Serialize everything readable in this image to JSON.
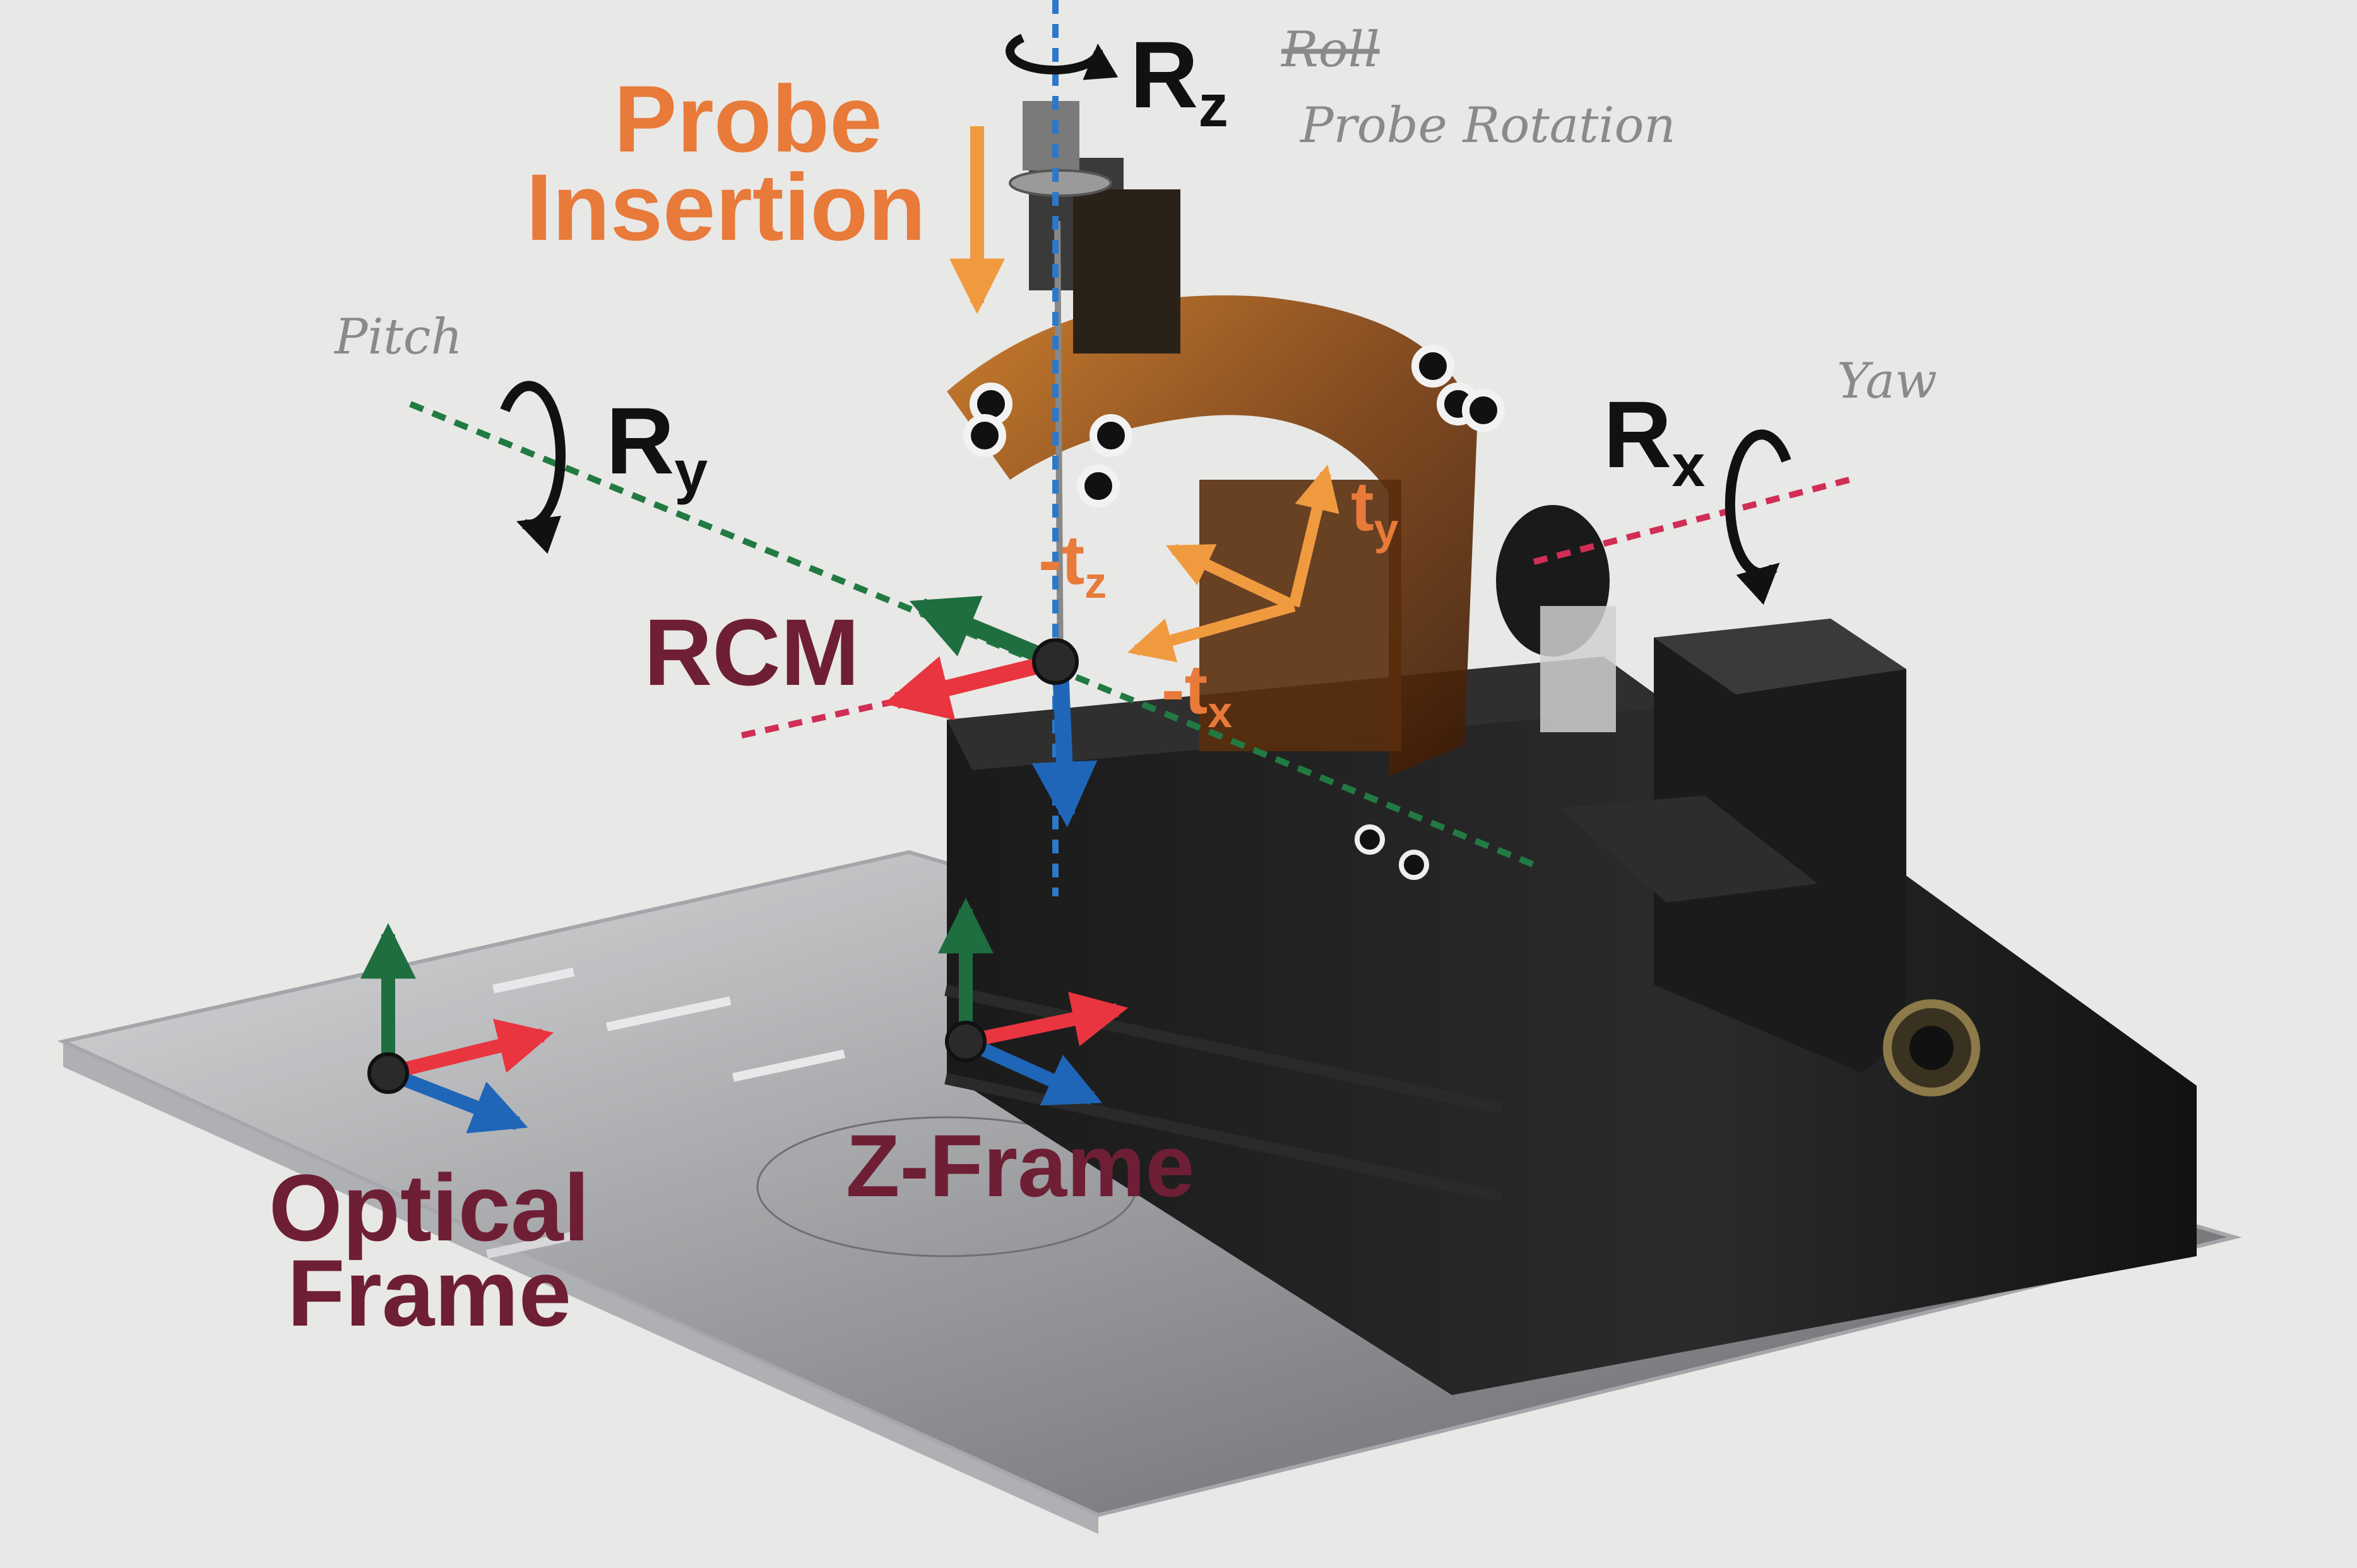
{
  "labels": {
    "probe_insertion_line1": "Probe",
    "probe_insertion_line2": "Insertion",
    "rz_main": "R",
    "rz_sub": "z",
    "ry_main": "R",
    "ry_sub": "y",
    "rx_main": "R",
    "rx_sub": "x",
    "rcm": "RCM",
    "tz_main": "-t",
    "tz_sub": "z",
    "ty_main": "t",
    "ty_sub": "y",
    "tx_main": "-t",
    "tx_sub": "x",
    "optical_frame_line1": "Optical",
    "optical_frame_line2": "Frame",
    "z_frame": "Z-Frame"
  },
  "handwritten": {
    "roll": "Roll",
    "probe_rotation": "Probe Rotation",
    "pitch": "Pitch",
    "yaw": "Yaw"
  },
  "colors": {
    "background": "#e8e8e6",
    "orange": "#e87a3a",
    "maroon": "#6e1f35",
    "green_axis": "#1e6e40",
    "red_axis": "#e8353f",
    "blue_axis": "#1f66b8",
    "pink_dotted": "#d02e55",
    "blue_dotted": "#2d78c8",
    "green_dotted": "#227a43",
    "black": "#111111",
    "hand_gray": "#8a8a8a"
  }
}
